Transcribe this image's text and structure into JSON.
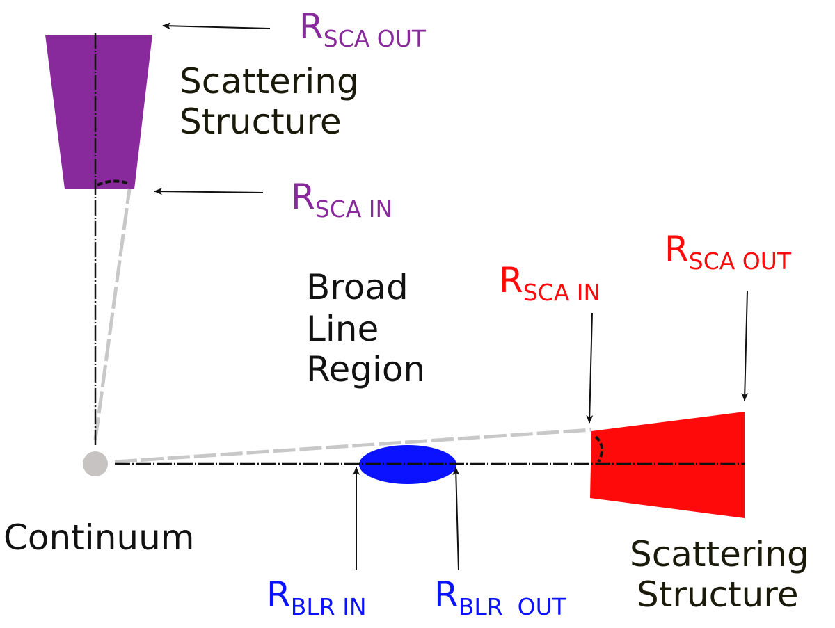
{
  "labels": {
    "purple_out": {
      "main": "R",
      "sub": "SCA OUT"
    },
    "purple_in": {
      "main": "R",
      "sub": "SCA IN"
    },
    "red_in": {
      "main": "R",
      "sub": "SCA IN"
    },
    "red_out": {
      "main": "R",
      "sub": "SCA OUT"
    },
    "blr_in": {
      "main": "R",
      "sub": "BLR IN"
    },
    "blr_out": {
      "main": "R",
      "sub": "BLR  OUT"
    },
    "scattering_top_line1": "Scattering",
    "scattering_top_line2": "Structure",
    "scattering_bottom_line1": "Scattering",
    "scattering_bottom_line2": "Structure",
    "blr_line1": "Broad",
    "blr_line2": "Line",
    "blr_line3": "Region",
    "continuum": "Continuum"
  },
  "colors": {
    "purple": "#88299c",
    "red": "#ff0a0a",
    "blue": "#0a12ff",
    "grey_line": "#c8c8c8",
    "source": "#c8c3c3",
    "text_dark": "#1a1a0a"
  }
}
